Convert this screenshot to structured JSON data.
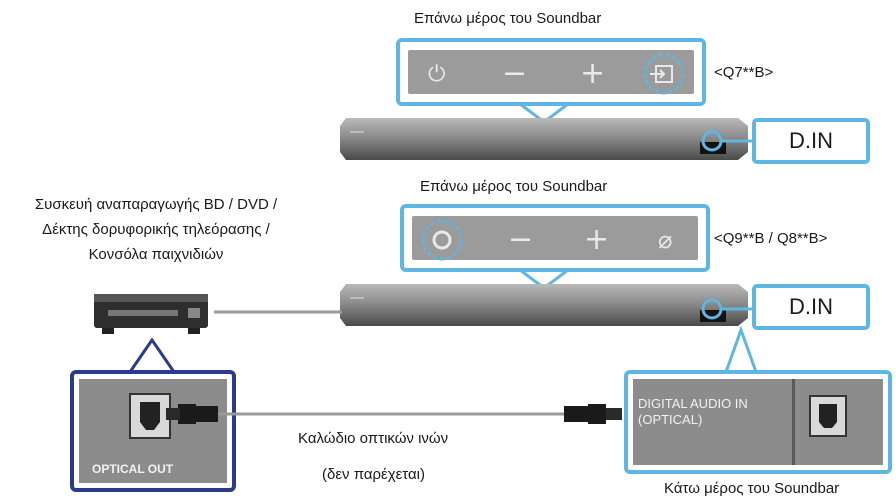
{
  "top_panel": {
    "title": "Επάνω μέρος του Soundbar",
    "model": "<Q7**B>"
  },
  "middle_panel": {
    "title": "Επάνω μέρος του Soundbar",
    "model": "<Q9**B / Q8**B>"
  },
  "din_label": "D.IN",
  "source_device": {
    "line1": "Συσκευή αναπαραγωγής BD / DVD /",
    "line2": "Δέκτης δορυφορικής τηλεόρασης /",
    "line3": "Κονσόλα παιχνιδιών"
  },
  "optical_out_label": "OPTICAL OUT",
  "digital_in_line1": "DIGITAL AUDIO IN",
  "digital_in_line2": "(OPTICAL)",
  "cable": {
    "line1": "Καλώδιο οπτικών ινών",
    "line2": "(δεν παρέχεται)"
  },
  "bottom_label": "Κάτω μέρος του Soundbar",
  "colors": {
    "accent": "#5fb6e3",
    "panel_gray": "#9b9b9b",
    "device_navy": "#2b3a8c"
  }
}
